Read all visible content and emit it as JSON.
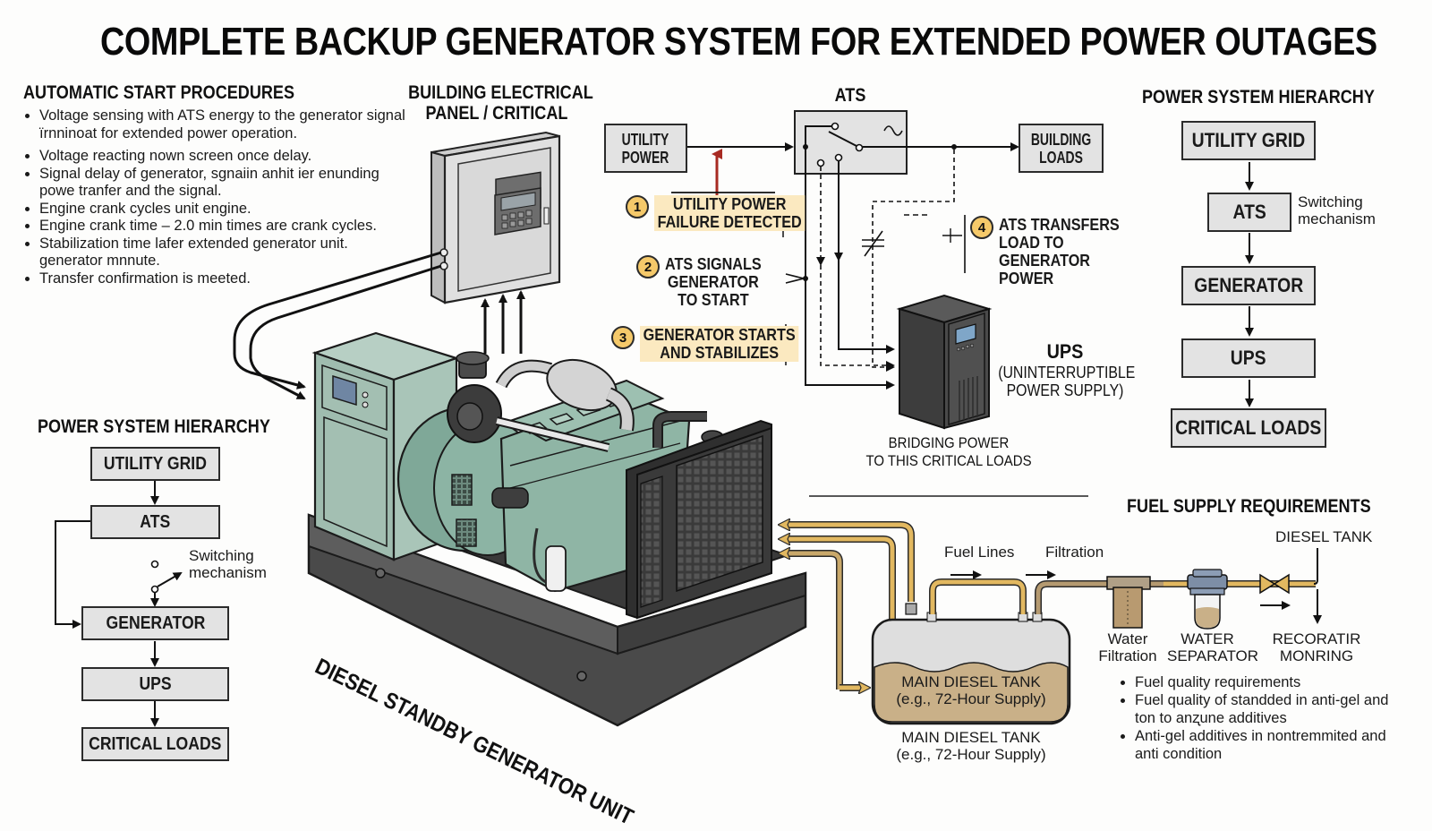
{
  "title": "COMPLETE BACKUP GENERATOR SYSTEM FOR EXTENDED POWER OUTAGES",
  "auto_start": {
    "heading": "AUTOMATIC START PROCEDURES",
    "items": [
      "Voltage sensing with ATS energy to the generator signal їrnninoat for extended power operation.",
      "Voltage reacting nown screen once delay.",
      "Signal delay of generator, sgnaіin anhit іer enunding powe tranfer and the signal.",
      "Engine crank cycles unit engine.",
      "Engine crank time – 2.0 min times are crank cycles.",
      "Stabilization time lafer extended generator unit. generator mnnute.",
      "Transfer confirmation is meeted."
    ]
  },
  "building_panel": {
    "heading_line1": "BUILDING ELECTRICAL",
    "heading_line2": "PANEL / CRITICAL"
  },
  "ats_diagram": {
    "ats_label": "ATS",
    "utility_power_line1": "UTILITY",
    "utility_power_line2": "POWER",
    "building_loads_line1": "BUILDING",
    "building_loads_line2": "LOADS",
    "steps": [
      {
        "num": "1",
        "line1": "UTILITY POWER",
        "line2": "FAILURE DETECTED",
        "line3": ""
      },
      {
        "num": "2",
        "line1": "ATS SIGNALS",
        "line2": "GENERATOR",
        "line3": "TO START"
      },
      {
        "num": "3",
        "line1": "GENERATOR STARTS",
        "line2": "AND STABILIZES",
        "line3": ""
      },
      {
        "num": "4",
        "line1": "ATS TRANSFERS",
        "line2": "LOAD TO",
        "line3": "GENERATOR",
        "line4": "POWER"
      }
    ],
    "ups_title": "UPS",
    "ups_sub_line1": "(UNINTERRUPTIBLE",
    "ups_sub_line2": "POWER SUPPLY)",
    "ups_caption_line1": "BRIDGING POWER",
    "ups_caption_line2": "TO THIS CRITICAL LOADS"
  },
  "hierarchy_right": {
    "heading": "POWER SYSTEM HIERARCHY",
    "boxes": [
      "UTILITY GRID",
      "ATS",
      "GENERATOR",
      "UPS",
      "CRITICAL LOADS"
    ],
    "note_line1": "Switching",
    "note_line2": "mechanism"
  },
  "hierarchy_left": {
    "heading": "POWER SYSTEM HIERARCHY",
    "boxes": [
      "UTILITY GRID",
      "ATS",
      "GENERATOR",
      "UPS",
      "CRITICAL LOADS"
    ],
    "note_line1": "Switching",
    "note_line2": "mechanism"
  },
  "generator": {
    "label": "DIESEL STANDBY GENERATOR UNIT"
  },
  "fuel": {
    "heading": "FUEL SUPPLY REQUIREMENTS",
    "fuel_lines_label": "Fuel Lines",
    "filtration_label": "Filtration",
    "diesel_tank_label": "DIESEL TANK",
    "water_filtration_line1": "Water",
    "water_filtration_line2": "Filtration",
    "water_separator_line1": "WATER",
    "water_separator_line2": "SEPARATOR",
    "recoratir_line1": "RECORATIR",
    "recoratir_line2": "MONRING",
    "tank_inner_line1": "MAIN DIESEL TANK",
    "tank_inner_line2": "(e.g., 72-Hour Supply)",
    "tank_caption_line1": "MAIN DIESEL TANK",
    "tank_caption_line2": "(e.g., 72-Hour Supply)",
    "bullets": [
      "Fuel quality requirements",
      "Fuel quality of standded in anti-gel and ton to anʐune additives",
      "Anti-gel additives in nontremmited and anti condition"
    ]
  },
  "colors": {
    "generator_green": "#8fb5a5",
    "fuel_gold": "#e2b860",
    "fuel_tan": "#c9b088",
    "step_highlight": "#fbe9c0",
    "step_badge": "#f5c96a",
    "box_gray": "#e3e3e3",
    "alert_red": "#a82a22"
  }
}
